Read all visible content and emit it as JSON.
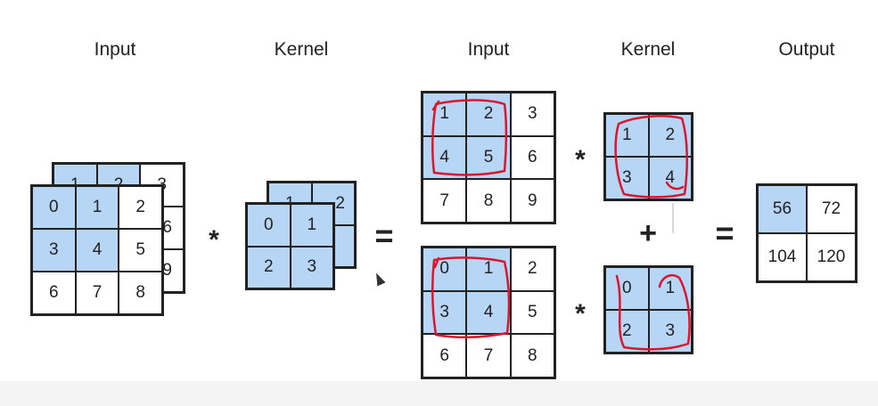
{
  "headings": {
    "input_left": "Input",
    "kernel_left": "Kernel",
    "input_right": "Input",
    "kernel_right": "Kernel",
    "output": "Output"
  },
  "operators": {
    "conv": "*",
    "equals": "=",
    "plus": "+"
  },
  "stacked_input": {
    "back_visible": [
      "1",
      "2",
      "3",
      "6",
      "9"
    ],
    "front": [
      [
        "0",
        "1",
        "2"
      ],
      [
        "3",
        "4",
        "5"
      ],
      [
        "6",
        "7",
        "8"
      ]
    ]
  },
  "stacked_kernel": {
    "back_visible": [
      "1",
      "2"
    ],
    "front": [
      [
        "0",
        "1"
      ],
      [
        "2",
        "3"
      ]
    ]
  },
  "input_top": [
    [
      "1",
      "2",
      "3"
    ],
    [
      "4",
      "5",
      "6"
    ],
    [
      "7",
      "8",
      "9"
    ]
  ],
  "input_bottom": [
    [
      "0",
      "1",
      "2"
    ],
    [
      "3",
      "4",
      "5"
    ],
    [
      "6",
      "7",
      "8"
    ]
  ],
  "kernel_top": [
    [
      "1",
      "2"
    ],
    [
      "3",
      "4"
    ]
  ],
  "kernel_bottom": [
    [
      "0",
      "1"
    ],
    [
      "2",
      "3"
    ]
  ],
  "output": [
    [
      "56",
      "72"
    ],
    [
      "104",
      "120"
    ]
  ],
  "colors": {
    "highlight": "#b7d5f5",
    "annotation": "#d8172f",
    "border": "#222222"
  }
}
